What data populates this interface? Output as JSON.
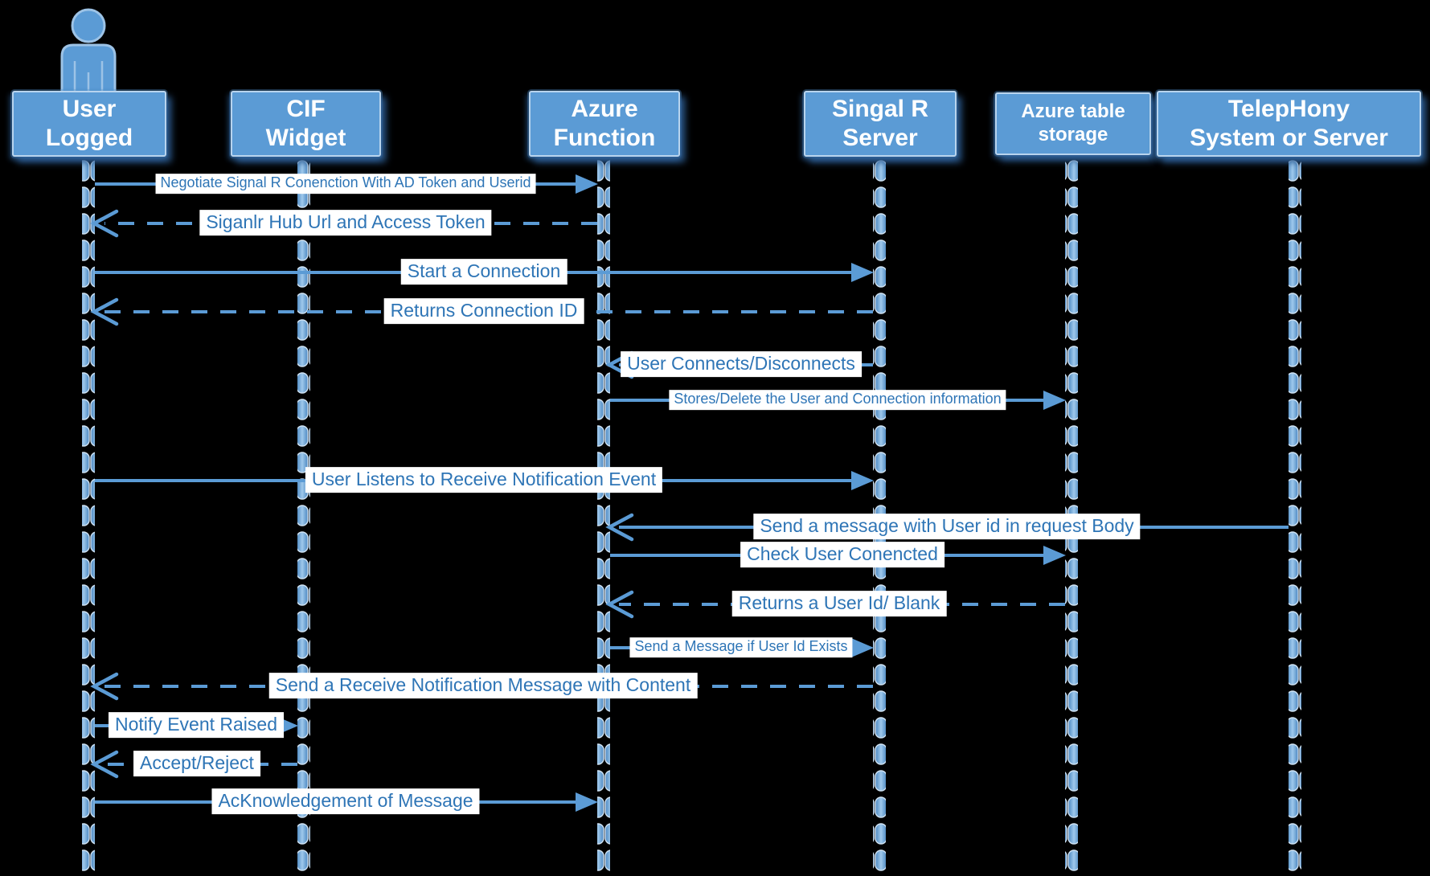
{
  "diagram_type": "uml-sequence-diagram",
  "colors": {
    "background": "#000000",
    "actor_fill": "#5b9bd5",
    "actor_border": "#b8d4ee",
    "actor_text": "#ffffff",
    "lifeline": "#5b9bd5",
    "arrow_line": "#5b9bd5",
    "message_text": "#2e75b6",
    "message_label_bg": "#ffffff"
  },
  "actors": [
    {
      "id": "user-logged",
      "name": "User\nLogged",
      "icon": "person-icon"
    },
    {
      "id": "cif-widget",
      "name": "CIF\nWidget"
    },
    {
      "id": "azure-function",
      "name": "Azure\nFunction"
    },
    {
      "id": "signalr-server",
      "name": "Singal R\nServer"
    },
    {
      "id": "azure-table-storage",
      "name": "Azure table\nstorage"
    },
    {
      "id": "telephony",
      "name": "TelepHony\nSystem or Server"
    }
  ],
  "messages": [
    {
      "label": "Negotiate Signal R Conenction With AD Token and Userid",
      "from": "user-logged",
      "to": "azure-function",
      "line": "solid",
      "arrowhead": "filled"
    },
    {
      "label": "Siganlr Hub Url and Access Token",
      "from": "azure-function",
      "to": "user-logged",
      "line": "dashed",
      "arrowhead": "open"
    },
    {
      "label": "Start a Connection",
      "from": "user-logged",
      "to": "signalr-server",
      "line": "solid",
      "arrowhead": "filled"
    },
    {
      "label": "Returns Connection ID",
      "from": "signalr-server",
      "to": "user-logged",
      "line": "dashed",
      "arrowhead": "open"
    },
    {
      "label": "User Connects/Disconnects",
      "from": "signalr-server",
      "to": "azure-function",
      "line": "solid",
      "arrowhead": "open"
    },
    {
      "label": "Stores/Delete the User and Connection information",
      "from": "azure-function",
      "to": "azure-table-storage",
      "line": "solid",
      "arrowhead": "filled"
    },
    {
      "label": "User Listens to Receive Notification Event",
      "from": "user-logged",
      "to": "signalr-server",
      "line": "solid",
      "arrowhead": "filled"
    },
    {
      "label": "Send a message with User id in request Body",
      "from": "telephony",
      "to": "azure-function",
      "line": "solid",
      "arrowhead": "open"
    },
    {
      "label": "Check User Conencted",
      "from": "azure-function",
      "to": "azure-table-storage",
      "line": "solid",
      "arrowhead": "filled"
    },
    {
      "label": "Returns a User Id/ Blank",
      "from": "azure-table-storage",
      "to": "azure-function",
      "line": "dashed",
      "arrowhead": "open"
    },
    {
      "label": "Send a Message if User Id Exists",
      "from": "azure-function",
      "to": "signalr-server",
      "line": "solid",
      "arrowhead": "filled"
    },
    {
      "label": "Send a Receive Notification Message with Content",
      "from": "signalr-server",
      "to": "user-logged",
      "line": "dashed",
      "arrowhead": "open"
    },
    {
      "label": "Notify Event Raised",
      "from": "user-logged",
      "to": "cif-widget",
      "line": "solid",
      "arrowhead": "filled"
    },
    {
      "label": "Accept/Reject",
      "from": "cif-widget",
      "to": "user-logged",
      "line": "dashed",
      "arrowhead": "open"
    },
    {
      "label": "AcKnowledgement of Message",
      "from": "user-logged",
      "to": "azure-function",
      "line": "solid",
      "arrowhead": "filled"
    }
  ]
}
